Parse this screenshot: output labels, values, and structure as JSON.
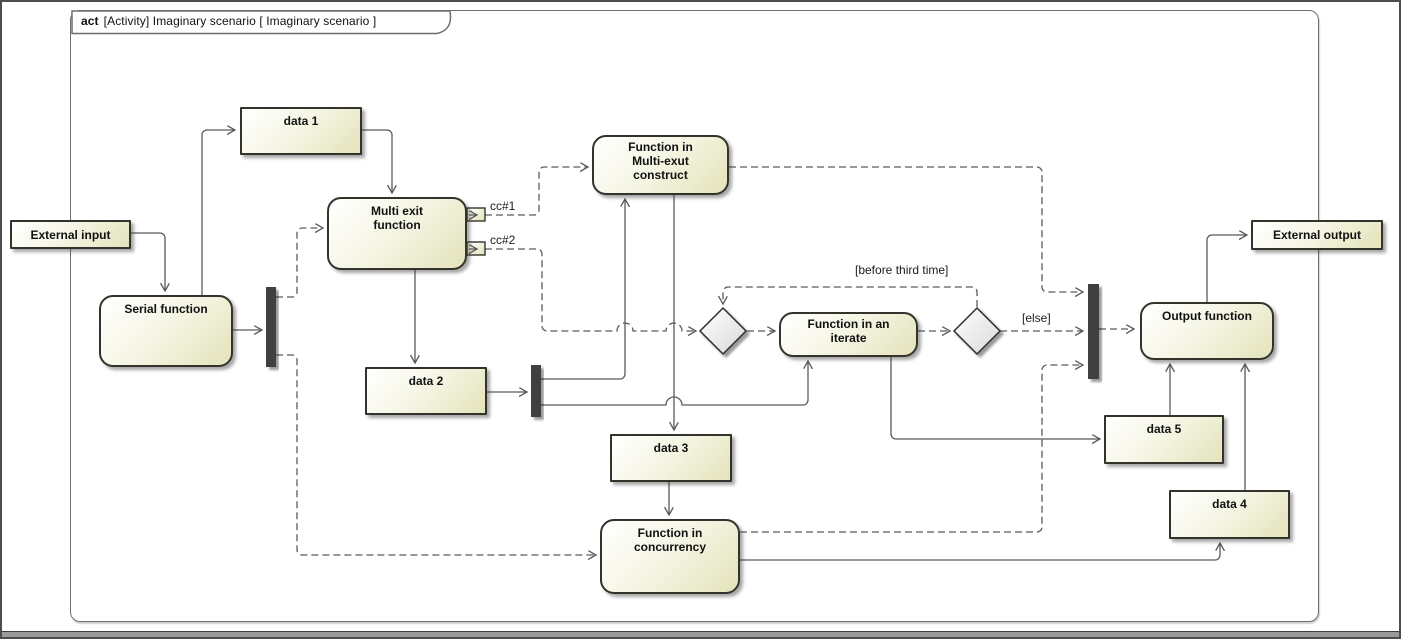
{
  "frame": {
    "keyword": "act",
    "title": "[Activity] Imaginary scenario [ Imaginary scenario ]"
  },
  "nodes": {
    "external_input": {
      "label": "External input"
    },
    "serial_function": {
      "label": "Serial function"
    },
    "data1": {
      "label": "data 1"
    },
    "multi_exit_function": {
      "label": "Multi exit\nfunction"
    },
    "function_multi_exut": {
      "label": "Function in\nMulti-exut\nconstruct"
    },
    "data2": {
      "label": "data 2"
    },
    "data3": {
      "label": "data 3"
    },
    "function_concurrency": {
      "label": "Function in\nconcurrency"
    },
    "function_iterate": {
      "label": "Function in an\niterate"
    },
    "output_function": {
      "label": "Output function"
    },
    "external_output": {
      "label": "External output"
    },
    "data5": {
      "label": "data 5"
    },
    "data4": {
      "label": "data 4"
    }
  },
  "edge_labels": {
    "cc1": "cc#1",
    "cc2": "cc#2",
    "before_third_time": "[before third time]",
    "else": "[else]"
  },
  "colors": {
    "node_fill_light": "#ffffff",
    "node_fill_dark": "#e3e3bb",
    "node_border": "#33332b",
    "flow_line": "#5a5a5a",
    "bar_fill": "#3f3f3f",
    "frame_border": "#6e6e6e",
    "diamond_fill_dark": "#d8d8d8",
    "window_border": "#4d4d4d",
    "bottom_strip": "#9a9a9a"
  }
}
